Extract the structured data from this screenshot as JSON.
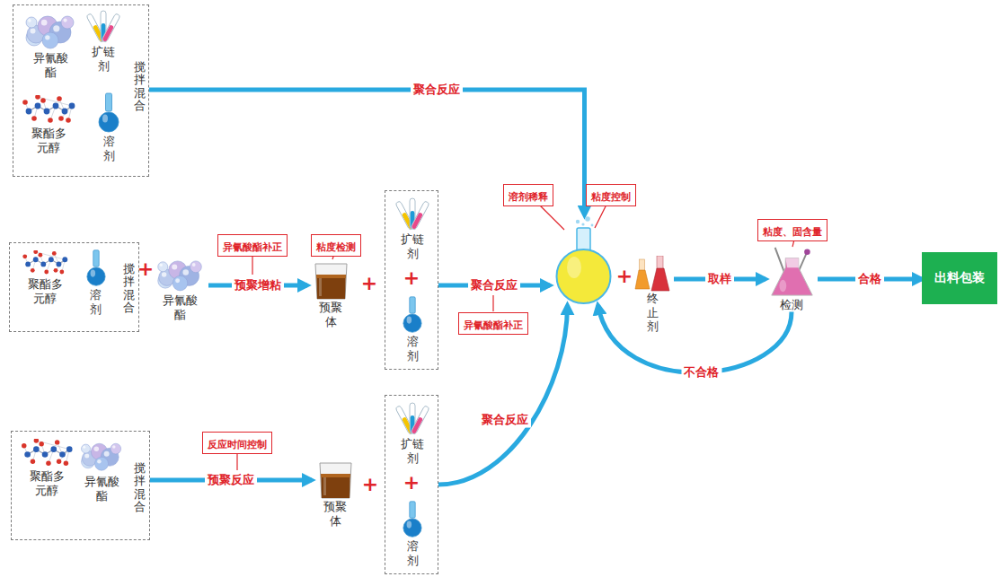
{
  "diagram": {
    "nodes": [
      {
        "text": [
          "搅拌混合"
        ]
      },
      {
        "text": [
          "异氰酸酯"
        ],
        "in": 0
      },
      {
        "text": [
          "扩链剂"
        ],
        "in": 0
      },
      {
        "text": [
          "聚酯多元醇"
        ],
        "in": 0
      },
      {
        "text": [
          "溶剂"
        ],
        "in": 0
      },
      {
        "text": [
          "搅拌混合"
        ]
      },
      {
        "text": [
          "聚酯多元醇"
        ],
        "in": 5
      },
      {
        "text": [
          "溶剂"
        ],
        "in": 5
      },
      {
        "text": [
          "异氰酸酯"
        ]
      },
      {
        "text": [
          "异氰酸酯补正"
        ]
      },
      {
        "text": [
          "粘度检测"
        ]
      },
      {
        "text": [
          "预聚体"
        ]
      },
      {
        "text": [
          "+"
        ]
      },
      {
        "text": [
          "扩链剂"
        ],
        "in": 12
      },
      {
        "text": [
          "溶剂"
        ],
        "in": 12
      },
      {
        "text": [
          "溶剂稀释"
        ]
      },
      {
        "text": [
          "粘度控制"
        ]
      },
      {
        "text": []
      },
      {
        "text": [
          "异氰酸酯补正"
        ]
      },
      {
        "text": [
          "终止剂"
        ]
      },
      {
        "text": [
          "粘度、固含量"
        ]
      },
      {
        "text": [
          "检测"
        ]
      },
      {
        "text": [
          "出料包装"
        ]
      },
      {
        "text": [
          "搅拌混合"
        ]
      },
      {
        "text": [
          "聚酯多元醇"
        ],
        "in": 23
      },
      {
        "text": [
          "异氰酸酯"
        ],
        "in": 23
      },
      {
        "text": [
          "反应时间控制"
        ]
      },
      {
        "text": [
          "预聚体"
        ]
      },
      {
        "text": [
          "+"
        ]
      },
      {
        "text": [
          "扩链剂"
        ],
        "in": 28
      },
      {
        "text": [
          "溶剂"
        ],
        "in": 28
      }
    ],
    "edges": [
      {
        "from": 0,
        "to": 17,
        "label": "聚合反应",
        "arrow": "to"
      },
      {
        "from": 8,
        "to": 11,
        "label": "预聚增粘",
        "arrow": "to"
      },
      {
        "from": 12,
        "to": 17,
        "label": "聚合反应",
        "arrow": "to"
      },
      {
        "from": 19,
        "to": 21,
        "label": "取样",
        "arrow": "to"
      },
      {
        "from": 21,
        "to": 22,
        "label": "合格",
        "arrow": "to"
      },
      {
        "from": 21,
        "to": 17,
        "label": "不合格",
        "arrow": "to"
      },
      {
        "from": 23,
        "to": 27,
        "label": "预聚反应",
        "arrow": "to"
      },
      {
        "from": 28,
        "to": 17,
        "label": "聚合反应",
        "arrow": "to"
      }
    ],
    "labels": [
      "+",
      "+",
      "+",
      "+"
    ]
  }
}
